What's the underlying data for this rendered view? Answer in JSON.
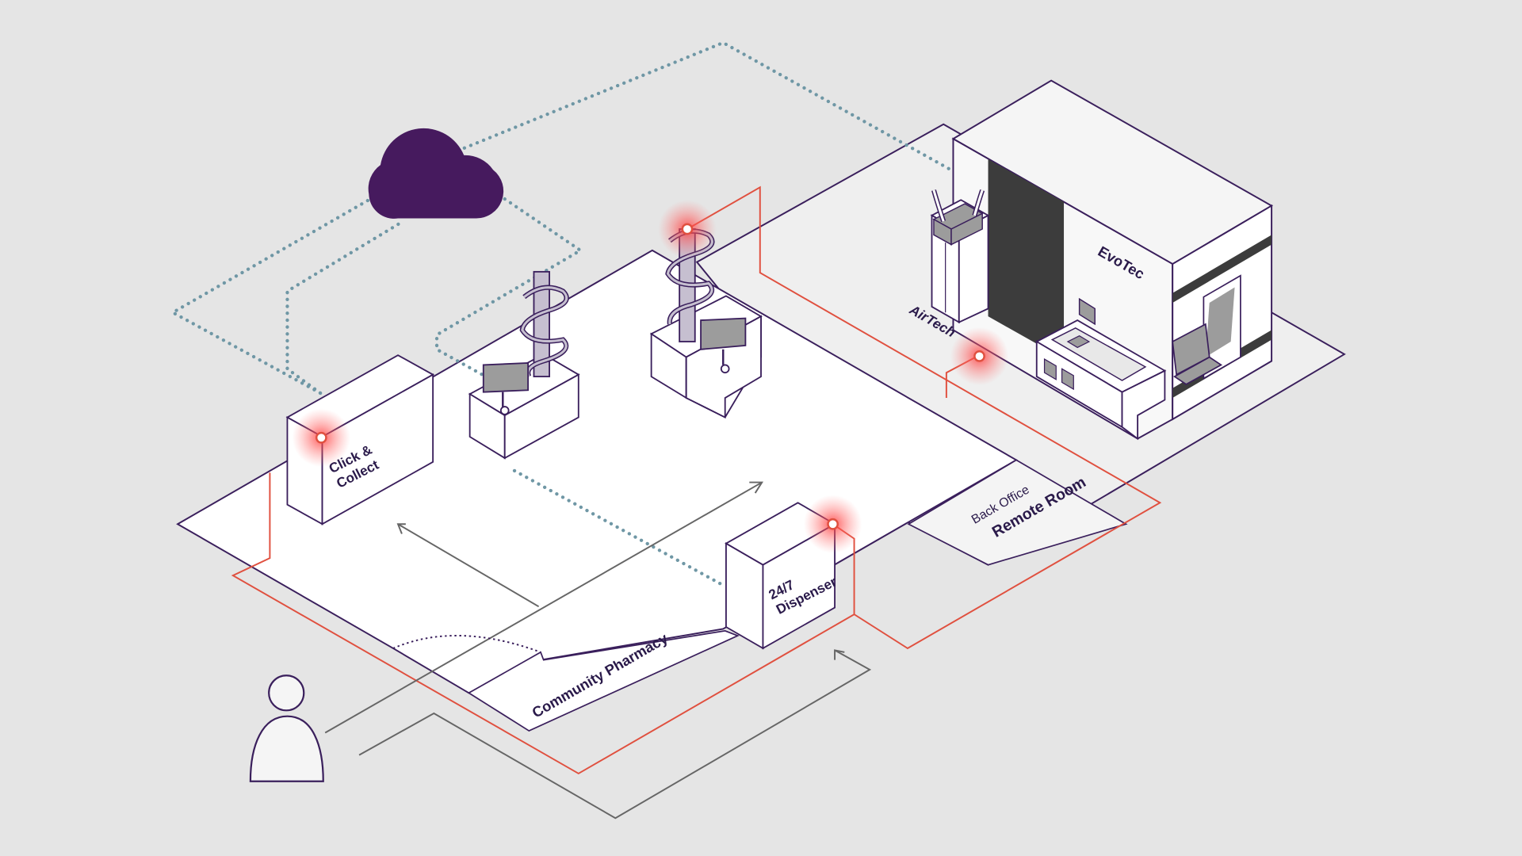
{
  "labels": {
    "click_collect_line1": "Click &",
    "click_collect_line2": "Collect",
    "dispenser_line1": "24/7",
    "dispenser_line2": "Dispenser",
    "community_pharmacy": "Community Pharmacy",
    "back_office": "Back Office",
    "remote_room": "Remote Room",
    "evotec": "EvoTec",
    "airtech": "AirTech"
  },
  "colors": {
    "background": "#e5e5e5",
    "outline": "#3a1f5c",
    "cloud": "#461a5e",
    "network_link": "#6f97a5",
    "power_link": "#e0503f",
    "customer_path": "#666666",
    "connection_glow": "#ff4d4d",
    "evotec_panel": "#3c3c3c",
    "machine_grey": "#9c9c9c"
  },
  "icons": {
    "cloud": "cloud-icon",
    "person": "person-icon",
    "connection": "connection-point-icon"
  }
}
